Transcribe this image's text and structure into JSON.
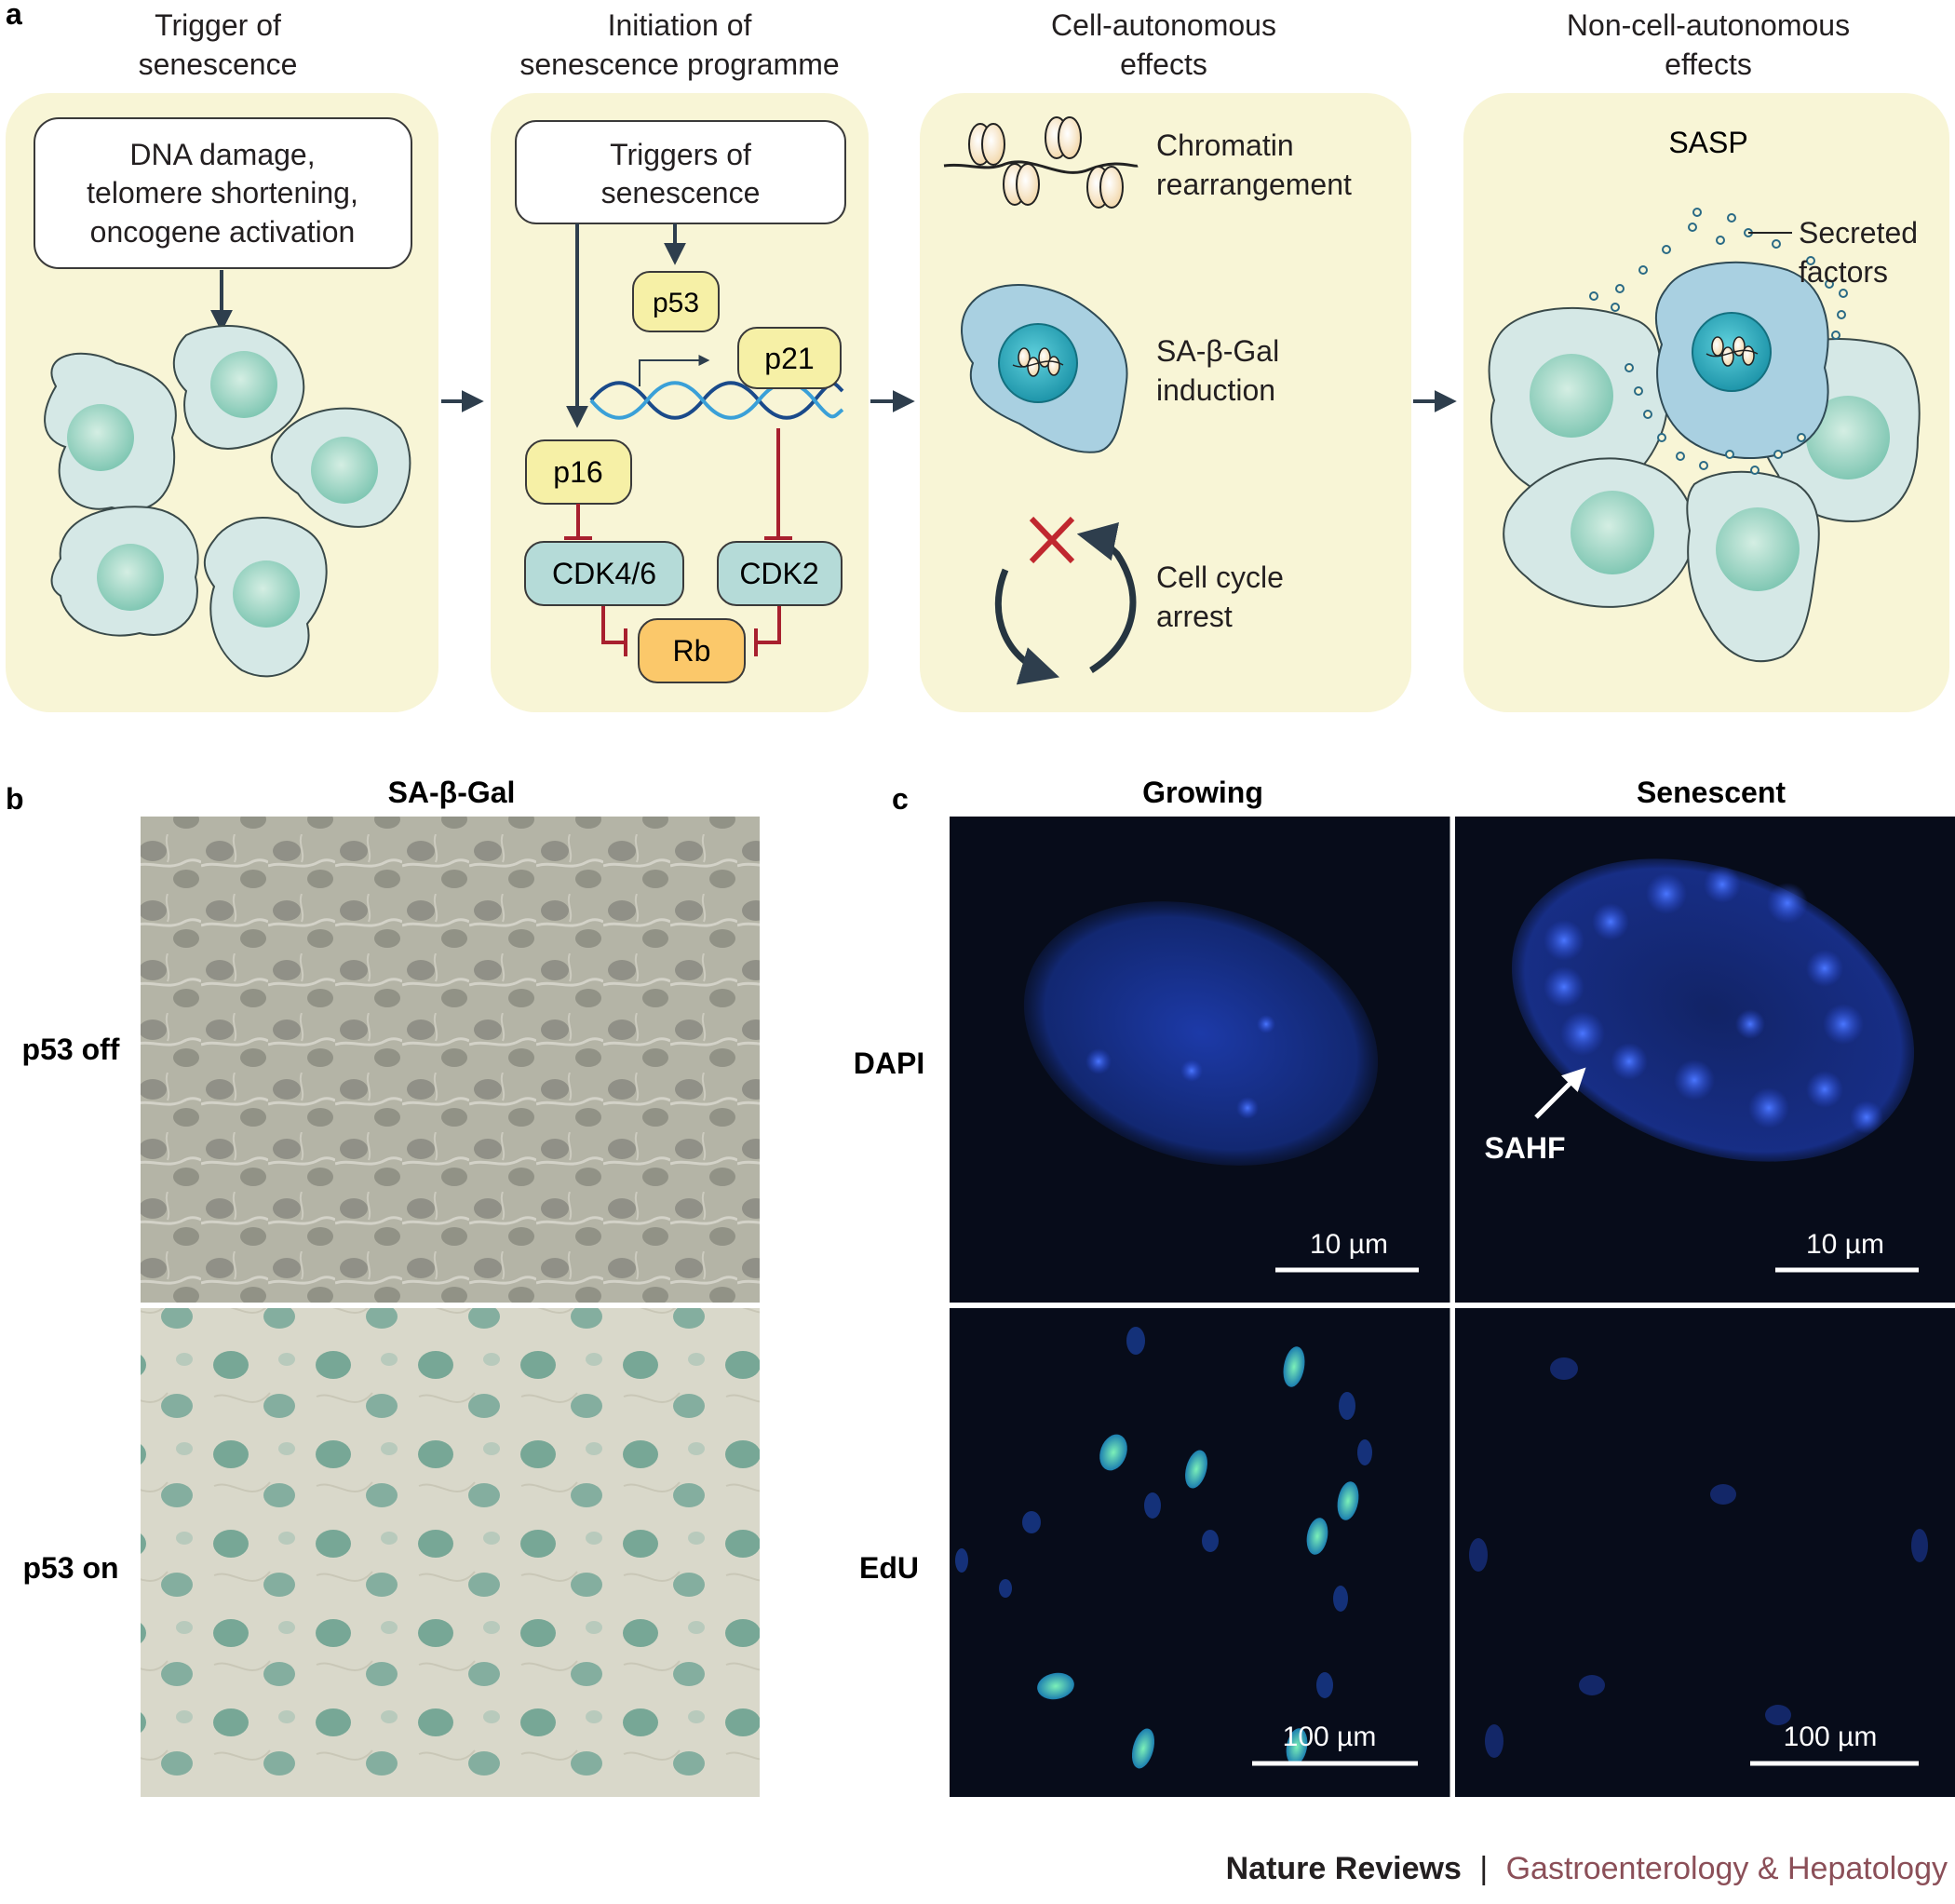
{
  "panel_a": {
    "label": "a",
    "steps": [
      {
        "title_1": "Trigger of",
        "title_2": "senescence",
        "box_1": "DNA damage,",
        "box_2": "telomere shortening,",
        "box_3": "oncogene activation"
      },
      {
        "title_1": "Initiation of",
        "title_2": "senescence programme",
        "box_1": "Triggers of",
        "box_2": "senescence",
        "p53": "p53",
        "p21": "p21",
        "p16": "p16",
        "cdk46": "CDK4/6",
        "cdk2": "CDK2",
        "rb": "Rb"
      },
      {
        "title_1": "Cell-autonomous",
        "title_2": "effects",
        "chromatin_1": "Chromatin",
        "chromatin_2": "rearrangement",
        "sagal_1": "SA-β-Gal",
        "sagal_2": "induction",
        "arrest_1": "Cell cycle",
        "arrest_2": "arrest"
      },
      {
        "title_1": "Non-cell-autonomous",
        "title_2": "effects",
        "sasp": "SASP",
        "secreted_1": "Secreted",
        "secreted_2": "factors"
      }
    ]
  },
  "panel_b": {
    "label": "b",
    "column": "SA-β-Gal",
    "rows": [
      "p53 off",
      "p53 on"
    ]
  },
  "panel_c": {
    "label": "c",
    "columns": [
      "Growing",
      "Senescent"
    ],
    "rows": [
      "DAPI",
      "EdU"
    ],
    "sahf": "SAHF",
    "scale_small": "10 µm",
    "scale_large": "100 µm"
  },
  "footer": {
    "journal": "Nature Reviews",
    "separator": "|",
    "subtitle": "Gastroenterology & Hepatology"
  },
  "colors": {
    "panel_bg": "#f8f5d6",
    "cell": "#d5e8e6",
    "nucleus": "#8fcdbb",
    "senescent_cell": "#a9d0e1",
    "pill_yellow": "#f6f0a6",
    "pill_teal": "#b5dbd8",
    "pill_orange": "#fbc86a",
    "inhibit": "#a8202e",
    "arrow": "#2e3e4d",
    "subtitle": "#8b4f58"
  }
}
